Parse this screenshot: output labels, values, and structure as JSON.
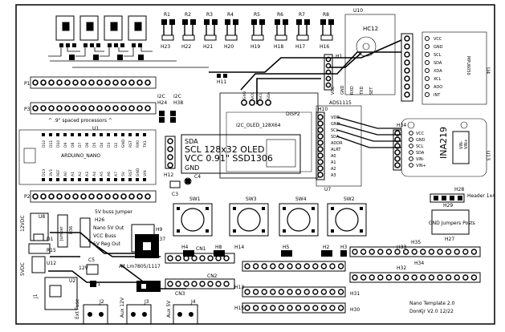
{
  "resistors": {
    "labels": [
      "R1",
      "R2",
      "R3",
      "R4",
      "R5",
      "R6",
      "R7",
      "R8"
    ],
    "headers": [
      "H23",
      "H22",
      "H21",
      "H20",
      "H19",
      "H18",
      "H17",
      "H16"
    ]
  },
  "u10": "U10",
  "hc12": {
    "name": "HC12",
    "pins": [
      "VCC",
      "GND",
      "RXD",
      "TXD",
      "SET"
    ]
  },
  "mpu": {
    "name": "MPU6050",
    "ref": "U4",
    "pins": [
      "VCC",
      "GND",
      "SCL",
      "SDA",
      "XDA",
      "XCL",
      "ADO",
      "INT"
    ]
  },
  "h1": "H1",
  "h11": "H11",
  "p1": "P1",
  "p3": "P3",
  "spaced_note": "^ .9\" spaced processors ^",
  "u1": "U1",
  "arduino": {
    "name": "ARDUINO_NANO",
    "top_pins": [
      "D12",
      "D11",
      "D10",
      "D9",
      "D8",
      "D7",
      "D6",
      "D5",
      "D4",
      "D3",
      "D2",
      "GND",
      "RST",
      "RX0",
      "TX1"
    ],
    "bottom_pins": [
      "D13",
      "3V3",
      "REF",
      "A0",
      "A1",
      "A2",
      "A3",
      "A4",
      "A5",
      "A6",
      "A7",
      "5V",
      "RST",
      "GND",
      "VIN"
    ]
  },
  "i2c_headers": [
    "I2C",
    "H24",
    "I2C",
    "H38"
  ],
  "oled128": {
    "label": "I2C_OLED_128X64",
    "ref": "DISP2",
    "pins": [
      "GND",
      "VCC",
      "SCL",
      "SDA"
    ]
  },
  "oled32": {
    "lines": [
      "SDA",
      "SCL 128x32 OLED",
      "VCC 0.91\"  SSD1306",
      "GND"
    ],
    "ref": "H12"
  },
  "ads": {
    "name": "ADS1115",
    "ref": "H10",
    "pins": [
      "VDD",
      "GND",
      "SCL",
      "SDA",
      "ADDR",
      "ALRT",
      "A0",
      "A1",
      "A2",
      "A3"
    ],
    "u7": "U7"
  },
  "ina": {
    "name": "INA219",
    "ref": "H34",
    "u13": "U13",
    "pins": [
      "VCC",
      "GND",
      "SCL",
      "SDA",
      "VIN-",
      "VIN+"
    ],
    "side": [
      "VIN-",
      "VIN+"
    ]
  },
  "p2": "P2",
  "caps": [
    "C4",
    "C3"
  ],
  "switches": [
    "SW1",
    "SW3",
    "SW4",
    "SW2"
  ],
  "header_1x4": {
    "ref": "H28",
    "label": "Header 1x4"
  },
  "gnd_posts": {
    "ref": "H29",
    "label": "GND Jumpers Posts",
    "h27": "H27"
  },
  "power": {
    "v12": "12VDC",
    "v5": "5VDC",
    "u8": "U8",
    "d1": "D1",
    "r15": "R15",
    "u12": "U12",
    "jump": "Jumper",
    "h36": "H36",
    "h26": "H26",
    "h9": "H9",
    "h37": "H37",
    "bus_title": "5V buss Jumper",
    "bus_lines": [
      "Nano 5V Out",
      "VCC Buss",
      "5V Reg Out"
    ]
  },
  "headers_misc": [
    "H4",
    "H8",
    "H5",
    "H14",
    "H2",
    "H3",
    "H13",
    "H15",
    "H31",
    "H30",
    "H33",
    "H32"
  ],
  "cn": [
    "CN1",
    "CN2",
    "CN3"
  ],
  "alt_note": "Alt Lm7805/1117",
  "h35": "H35",
  "h34b": "H34",
  "bottom": {
    "j1": "J1",
    "u2": "U2",
    "ext_fuse": "Ext Fuse",
    "v12b": "12V",
    "c5": "C5",
    "f1": "F1",
    "j2": "J2",
    "aux12": "Aux 12V",
    "aux5": "Aux 5V",
    "j3": "J3",
    "j4": "J4"
  },
  "title": {
    "line1": "Nano Template 2.0",
    "line2": "DonKjr V2.0 12/22"
  }
}
